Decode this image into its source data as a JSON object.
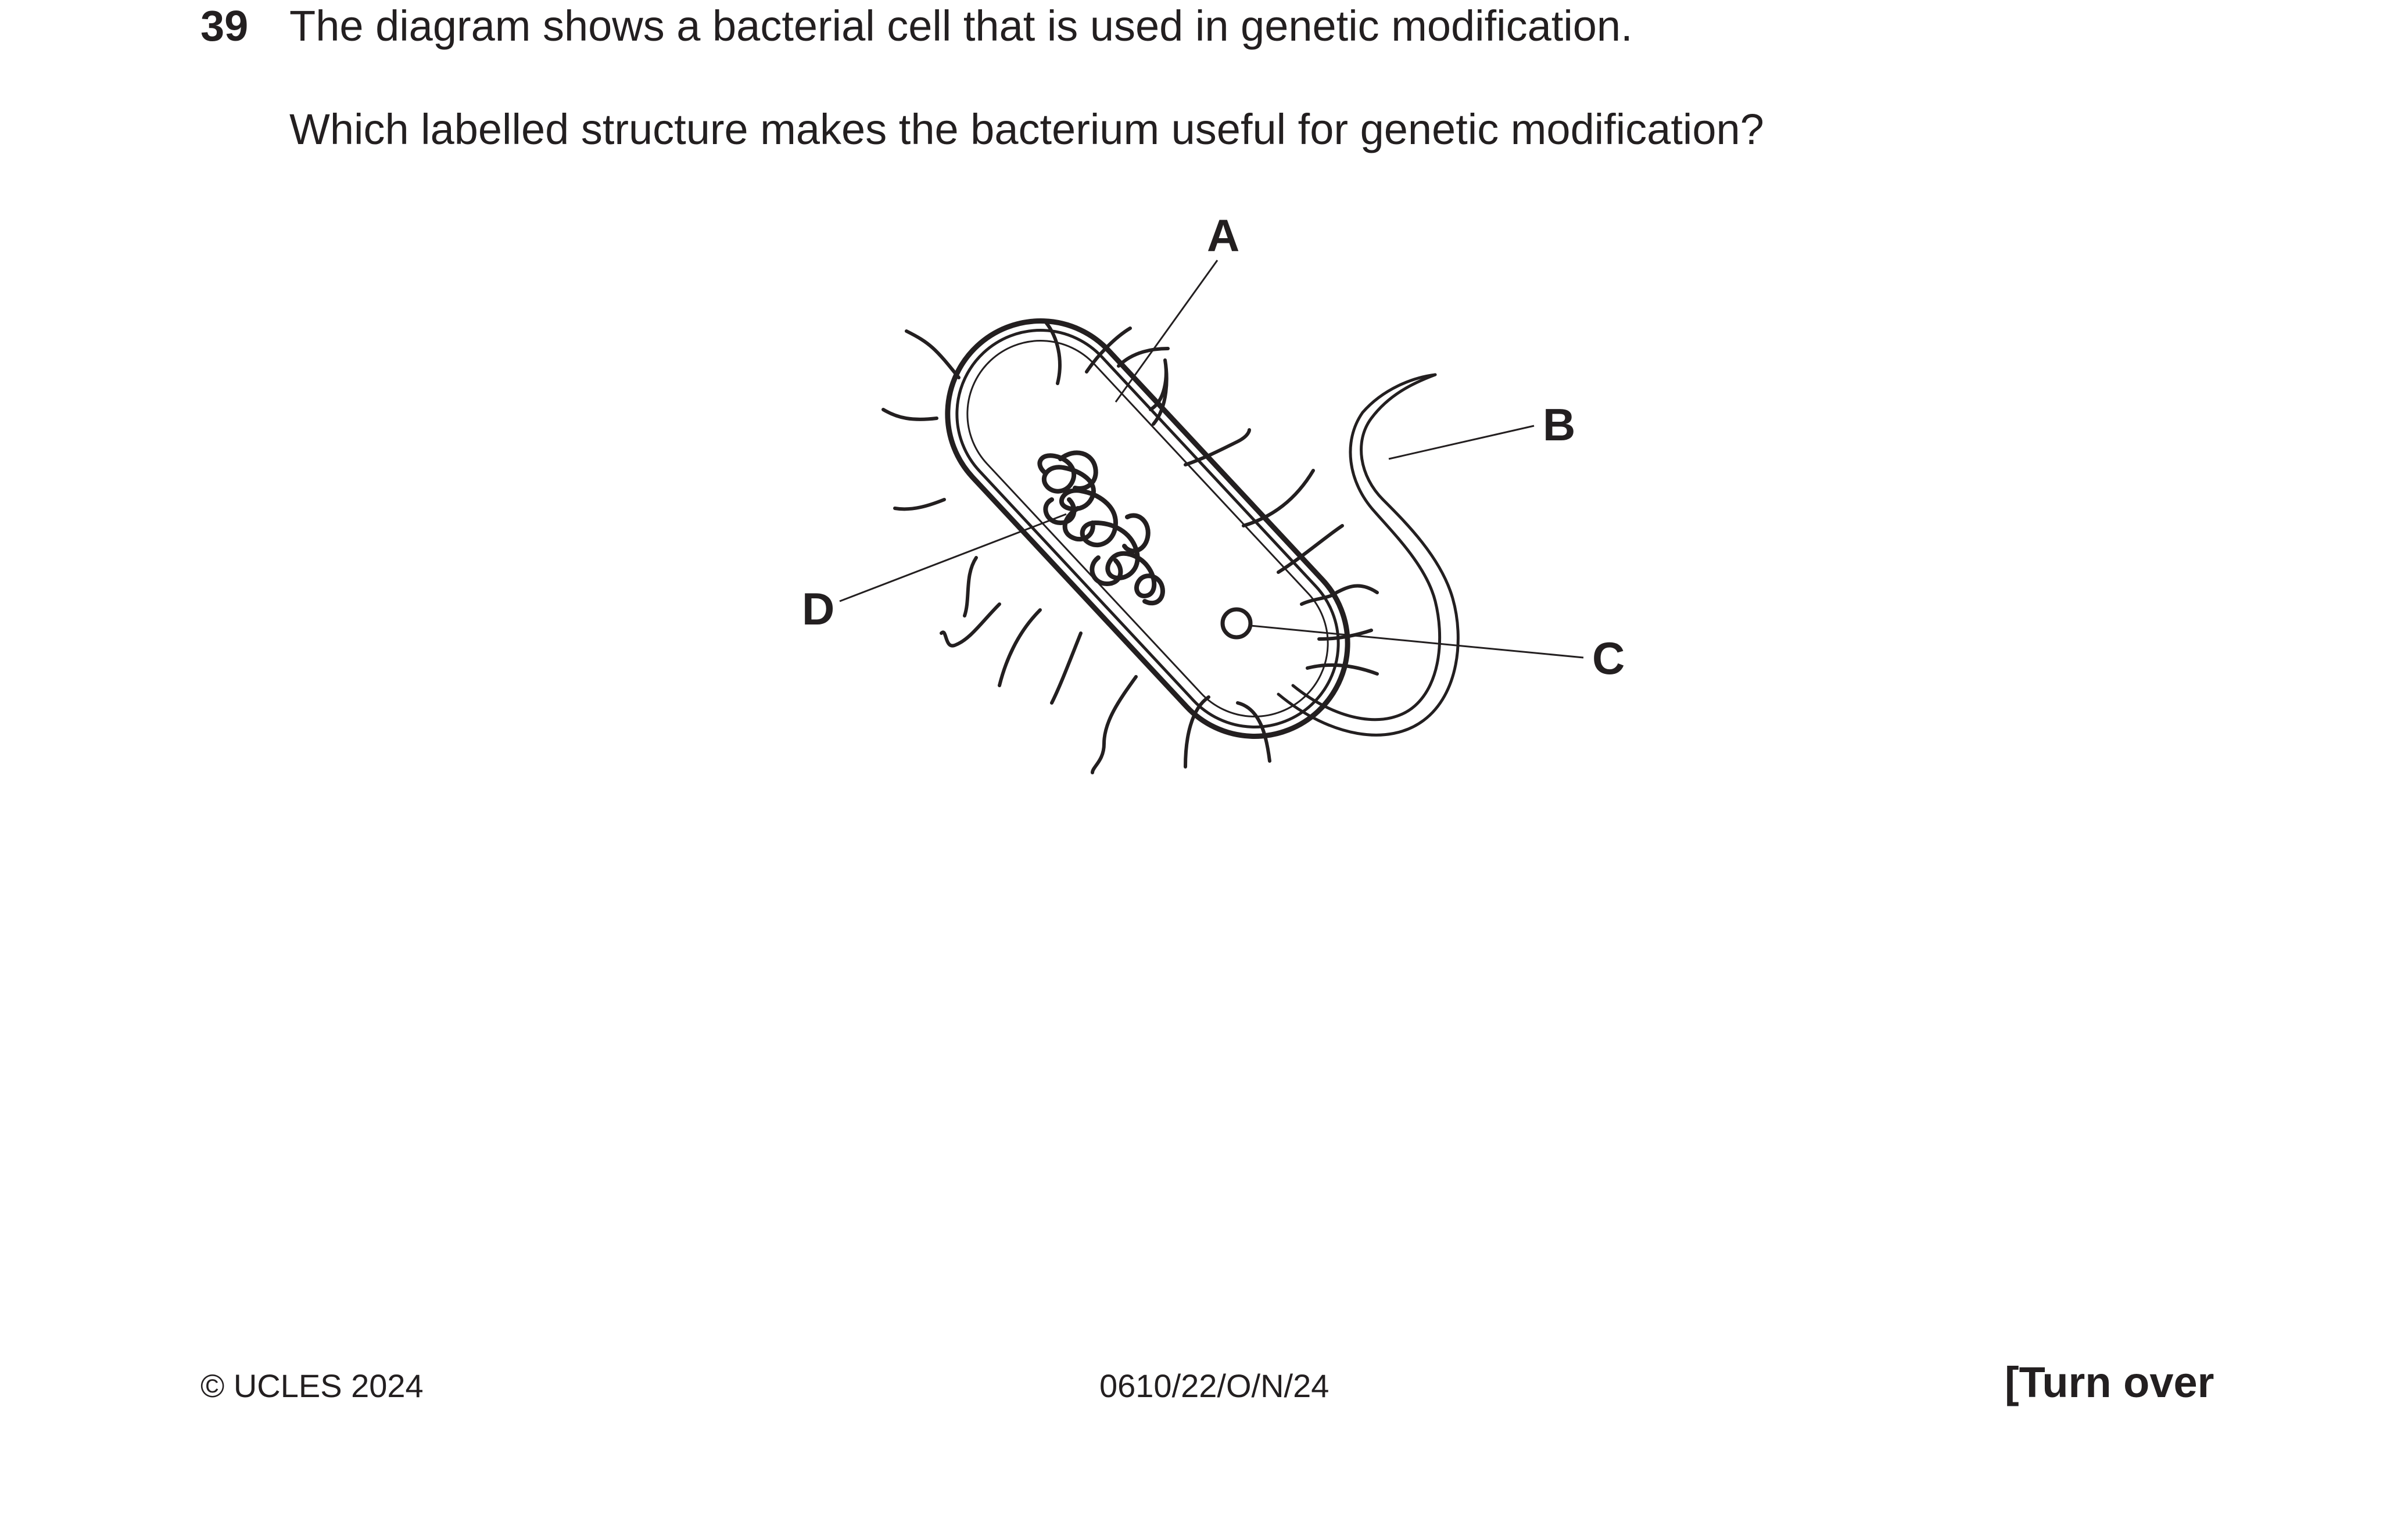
{
  "question": {
    "number": "39",
    "stem": "The diagram shows a bacterial cell that is used in genetic modification.",
    "prompt": "Which labelled structure makes the bacterium useful for genetic modification?"
  },
  "diagram": {
    "labels": {
      "a": "A",
      "b": "B",
      "c": "C",
      "d": "D"
    }
  },
  "footer": {
    "copyright": "© UCLES 2024",
    "paper_code": "0610/22/O/N/24",
    "turn_over": "[Turn over"
  }
}
